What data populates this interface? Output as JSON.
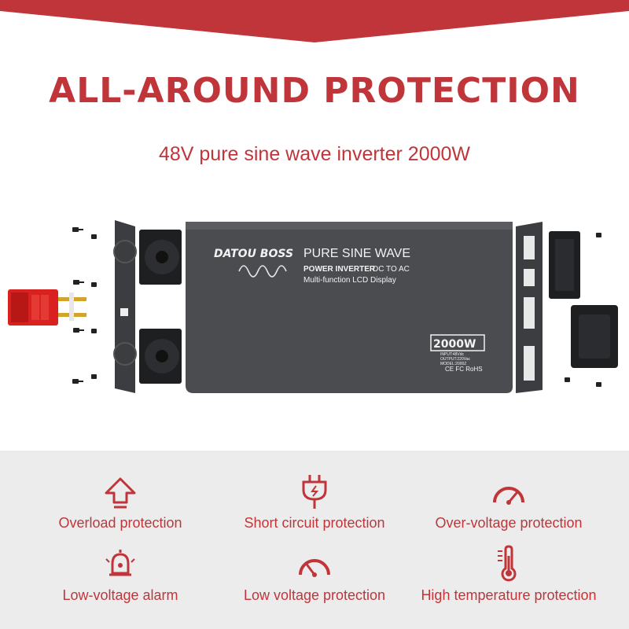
{
  "headline": "ALL-AROUND PROTECTION",
  "subhead": "48V pure sine wave inverter 2000W",
  "product": {
    "brand": "DATOU BOSS",
    "title": "PURE SINE WAVE",
    "line1": "POWER INVERTER",
    "line1b": "DC TO AC",
    "line2": "Multi-function LCD Display",
    "badge_power": "2000W",
    "badge_input": "INPUT:48Vdc",
    "badge_output": "OUTPUT:220Vac",
    "badge_model": "MODEL:2000Z",
    "certs": "CE FC RoHS"
  },
  "colors": {
    "accent": "#c0353a",
    "panel": "#ececec",
    "housing": "#4a4c50"
  },
  "features": [
    {
      "label": "Overload protection",
      "icon": "up-arrow-icon"
    },
    {
      "label": "Short circuit protection",
      "icon": "plug-icon"
    },
    {
      "label": "Over-voltage protection",
      "icon": "gauge-icon"
    },
    {
      "label": "Low-voltage alarm",
      "icon": "alarm-bell-icon"
    },
    {
      "label": "Low voltage protection",
      "icon": "gauge-low-icon"
    },
    {
      "label": "High temperature protection",
      "icon": "thermometer-icon"
    }
  ]
}
